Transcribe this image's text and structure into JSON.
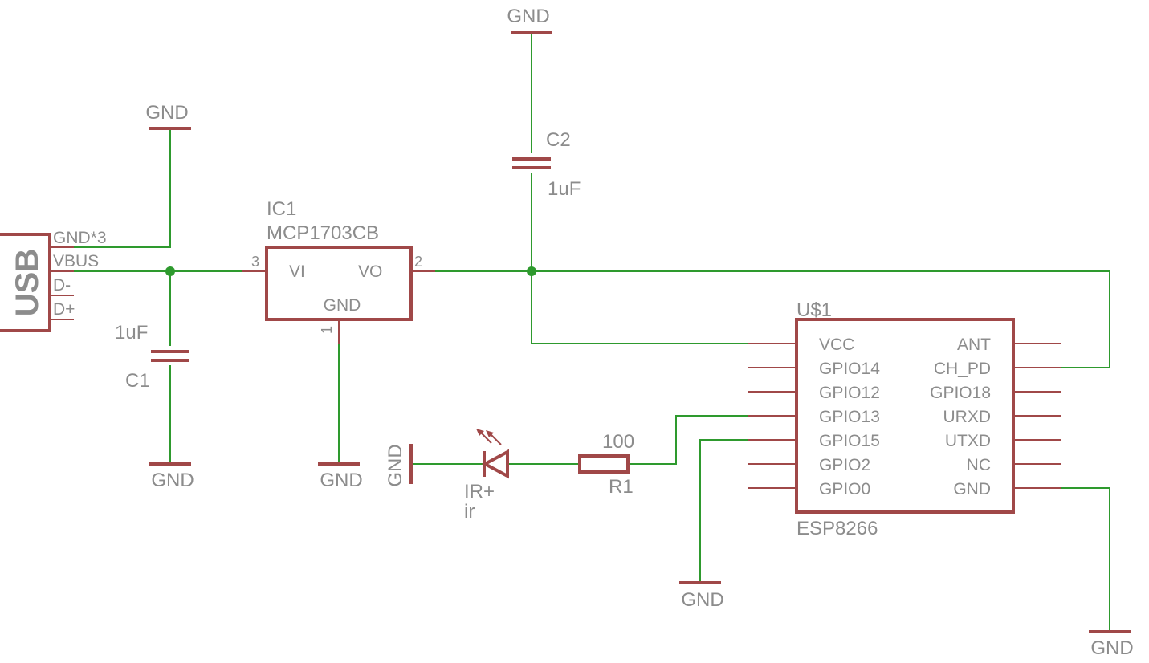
{
  "usb": {
    "label": "USB",
    "pins": [
      "GND*3",
      "VBUS",
      "D-",
      "D+"
    ]
  },
  "gnd_label": "GND",
  "c1": {
    "name": "C1",
    "value": "1uF"
  },
  "c2": {
    "name": "C2",
    "value": "1uF"
  },
  "ic1": {
    "name": "IC1",
    "value": "MCP1703CB",
    "vi": "VI",
    "vo": "VO",
    "gnd": "GND",
    "pin_vi": "3",
    "pin_vo": "2",
    "pin_gnd": "1"
  },
  "u1": {
    "name": "U$1",
    "value": "ESP8266",
    "left_pins": [
      "VCC",
      "GPIO14",
      "GPIO12",
      "GPIO13",
      "GPIO15",
      "GPIO2",
      "GPIO0"
    ],
    "right_pins": [
      "ANT",
      "CH_PD",
      "GPIO18",
      "URXD",
      "UTXD",
      "NC",
      "GND"
    ]
  },
  "led": {
    "name": "IR+",
    "value": "ir"
  },
  "r1": {
    "name": "R1",
    "value": "100"
  }
}
